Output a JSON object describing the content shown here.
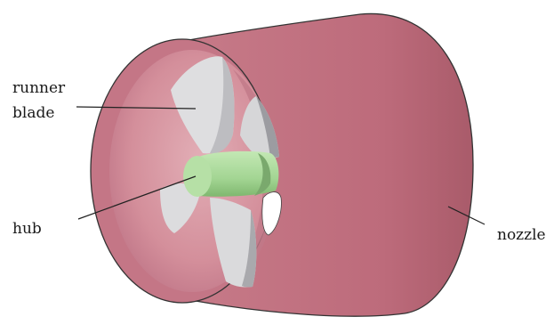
{
  "labels": {
    "runner_blade_line1": "runner",
    "runner_blade_line2": "blade",
    "hub": "hub",
    "nozzle": "nozzle"
  },
  "colors": {
    "nozzle_outer": "#bf6f7e",
    "nozzle_outer_dark": "#a85a6a",
    "nozzle_inner": "#d79aa4",
    "nozzle_inner_shadow": "#c3808d",
    "blade": "#d8d8da",
    "blade_shadow": "#9a9a9e",
    "hub": "#a9d79a",
    "hub_dark": "#86bd78",
    "outline": "#333333",
    "leader": "#222222"
  }
}
